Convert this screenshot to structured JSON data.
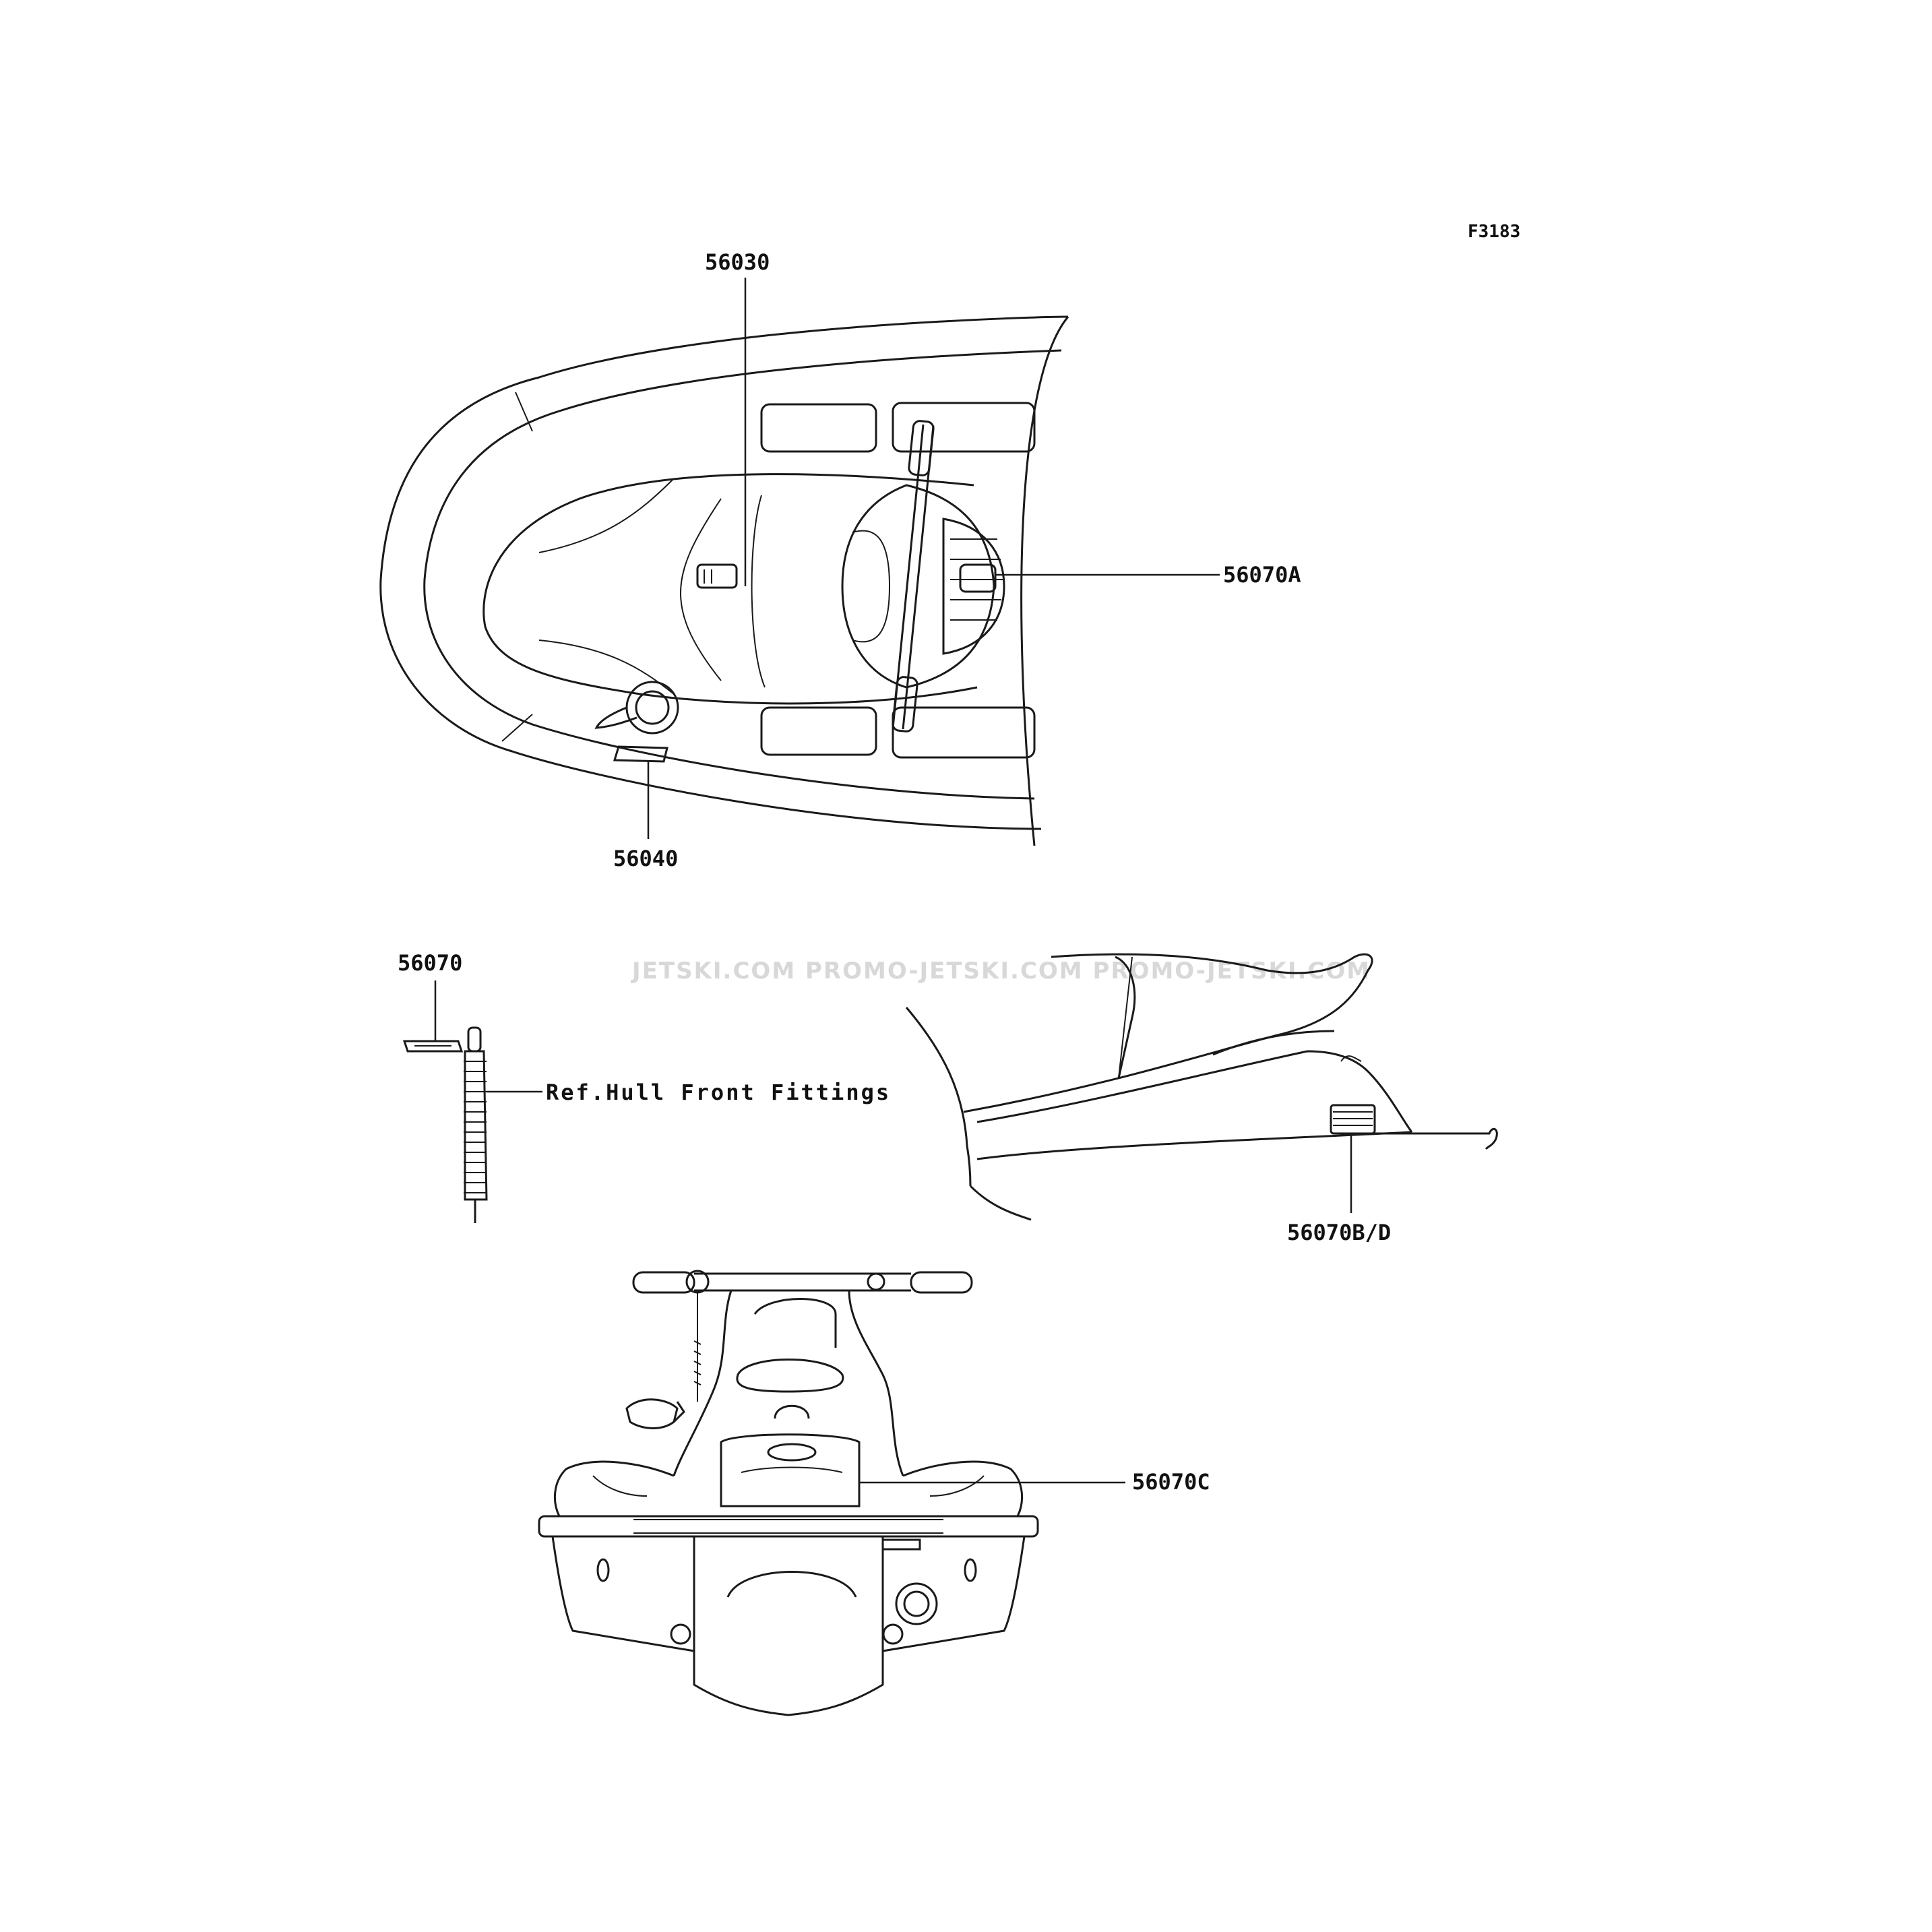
{
  "figure_code": "F3183",
  "watermark": "JETSKI.COM  PROMO-JETSKI.COM  PROMO-JETSKI.COM",
  "callouts": {
    "c56030": "56030",
    "c56070A": "56070A",
    "c56040": "56040",
    "c56070": "56070",
    "ref": "Ref.Hull Front Fittings",
    "c56070BD": "56070B/D",
    "c56070C": "56070C"
  }
}
